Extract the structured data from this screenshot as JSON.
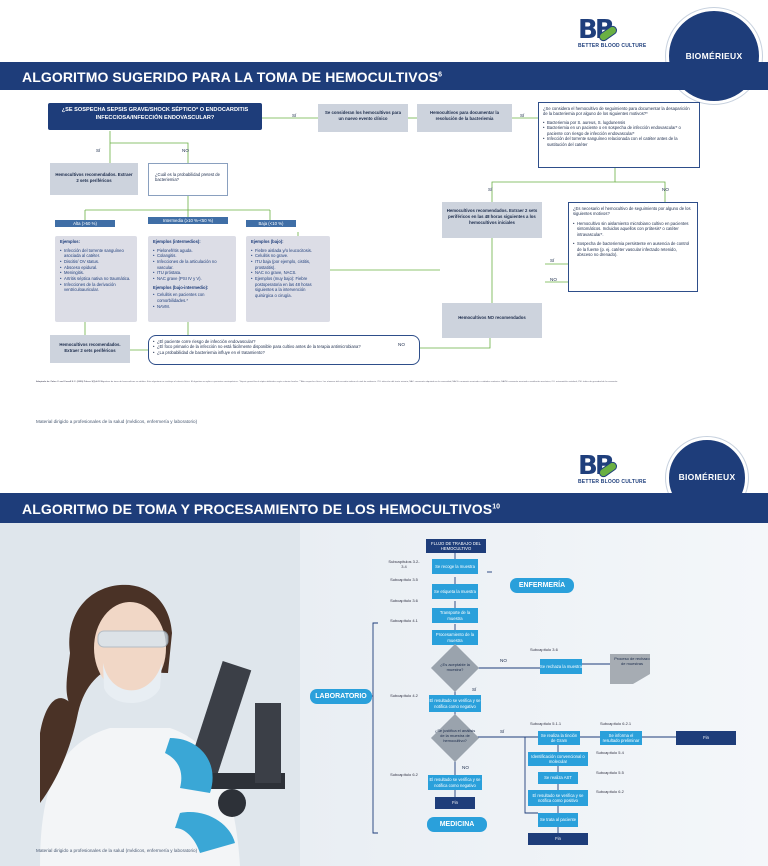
{
  "slide1": {
    "header": {
      "title": "ALGORITMO SUGERIDO PARA LA TOMA DE HEMOCULTIVOS",
      "sup": "6"
    },
    "brand": {
      "bbc": "BB",
      "bbc_tagline": "BETTER BLOOD CULTURE",
      "biomerieux": "BIOMÉRIEUX"
    },
    "q_start": "¿SE SOSPECHA SEPSIS GRAVE/SHOCK SÉPTICO* O ENDOCARDITIS INFECCIOSA/INFECCIÓN ENDOVASCULAR?",
    "lbl_si_1": "SÍ",
    "lbl_si_2": "SÍ",
    "lbl_no_1": "NO",
    "box_new_episode": "Se consideran los hemocultivos para un nuevo evento clínico",
    "box_doc": "Hemocultivos para documentar la resolución de la bacteriemia",
    "lbl_si_3": "SÍ",
    "q_followup": {
      "title": "¿Se considera el hemocultivo de seguimiento para documentar la desaparición de la bacteriemia por alguno de los siguientes motivos?*",
      "items": [
        "Bacteriemia por S. aureus, S. lugdunensis",
        "Bacteriemia en un paciente o en sospecha de infección endovascular* o paciente con riesgo de infección endovascular*",
        "Infección del torrente sanguíneo relacionada con el catéter antes de la sustitución del catéter"
      ]
    },
    "box_recommended_2": "Hemocultivos recomendados. Extraer 2 sets periféricos",
    "q_probability": "¿Cuál es la probabilidad pretest de bacteriemia?",
    "levels": {
      "high": "Alta (>50 %)",
      "mid": "Intermedia (≥10 %-<50 %)",
      "low": "Baja (<10 %)"
    },
    "high_examples": {
      "title": "Ejemplos:",
      "items": [
        "Infección del torrente sanguíneo asociada al catéter.",
        "Discitis/ OV status.",
        "Absceso epidural.",
        "Meningitis.",
        "Artritis séptica nativa no traumática.",
        "Infecciones de la derivación ventriculoauricular."
      ]
    },
    "mid_examples": {
      "title": "Ejemplos (intermedios):",
      "items": [
        "Pielonefritis aguda.",
        "Colangitis.",
        "Infecciones de la articulación no vascular.",
        "ITU próstata.",
        "NAC grave (PSI IV y V)."
      ],
      "title2": "Ejemplos (bajo-intermedio):",
      "items2": [
        "Celulitis en pacientes con comorbilidades.*",
        "NAVM."
      ]
    },
    "low_examples": {
      "title": "Ejemplos (bajo):",
      "items": [
        "Fiebre aislada y/o leucocitosis.",
        "Celulitis no grave.",
        "ITU baja (por ejemplo, cistitis, prostatitis).",
        "NAC no grave, NACS.",
        "Ejemplos (muy bajo): Fiebre postoperatoria en las 48 horas siguientes a la intervención quirúrgica o cirugía."
      ]
    },
    "box_recommended_48": "Hemocultivos recomendados. Extraer 2 sets periféricos en las 48 horas siguientes a los hemocultivos iniciales",
    "lbl_si_left": "SÍ",
    "lbl_no_right": "NO",
    "q_persist": {
      "title": "¿Es necesario el hemocultivo de seguimiento por alguno de los siguientes motivos?",
      "items": [
        "Hemocultivo sin aislamiento microbiano cultivo en pacientes sintomáticos. Incluidos aquellos con prótesis* o catéter intravascular*.",
        "Sospecha de bacteriemia persistente en ausencia de control de la fuente (p. ej. catéter vascular infectado retenido, absceso no drenado)."
      ]
    },
    "lbl_si_4": "SÍ",
    "lbl_no_4": "NO",
    "box_not_recommended": "Hemocultivos NO recomendados",
    "box_recommended_3": "Hemocultivos recomendados. Extraer 2 sets periféricos",
    "q_final": [
      "¿El paciente corre riesgo de infección endovascular?",
      "¿El foco primario de la infección no está fácilmente disponible para cultivo antes de la terapia antimicrobiana?",
      "¿La probabilidad de bacteriemia influye en el tratamiento?"
    ],
    "lbl_no_bottom": "NO",
    "footnote_title": "Adaptado de: Fabre V. and Carroll K.C. (2020) Pulsos 3(3):4-12",
    "footnote": "Algoritmo de toma de hemocultivos en adultos. Este algoritmo no sustituye al criterio clínico. El algoritmo no aplica a pacientes neutropénicos. *Sepsis grave/shock séptico definidos según criterios locales. **Alta sospecha clínica. Los números del recuadro indican el nivel de evidencia. ITU: infección del tracto urinario; NAC: neumonía adquirida en la comunidad; NACS: neumonía asociada a cuidados sanitarios; NAVM: neumonía asociada a ventilación mecánica; OV: osteomielitis vertebral; PSI: índice de gravedad de la neumonía.",
    "material": "Material dirigido a profesionales de la salud (médicos, enfermería y laboratorio)"
  },
  "slide2": {
    "header": {
      "title": "ALGORITMO DE TOMA Y PROCESAMIENTO DE LOS HEMOCULTIVOS",
      "sup": "10"
    },
    "brand": {
      "bbc": "BB",
      "bbc_tagline": "BETTER BLOOD CULTURE",
      "biomerieux": "BIOMÉRIEUX"
    },
    "flow_title": "FLUJO DE TRABAJO DEL HEMOCULTIVO",
    "steps": [
      {
        "sub": "Subcapítulos 3.2-3.4",
        "label": "Se recoge la muestra"
      },
      {
        "sub": "Subcapítulo 3.5",
        "label": "Se etiqueta la muestra"
      },
      {
        "sub": "Subcapítulo 3.6",
        "label": "Transporte de la muestra"
      },
      {
        "sub": "Subcapítulo 4.1",
        "label": "Procesamiento de la muestra"
      }
    ],
    "enfermeria": "ENFERMERÍA",
    "laboratorio": "LABORATORIO",
    "medicina": "MEDICINA",
    "q_accept": "¿Es aceptable la muestra?",
    "lbl_no_a": "NO",
    "lbl_si_a": "SÍ",
    "sub_reject": "Subcapítulo 3.6",
    "reject_box": "Se rechaza la muestra",
    "reject_proc": "Proceso de rechazo de muestras",
    "sub_neg1": "Subcapítulo 4.2",
    "neg_result": "El resultado se verifica y se notifica como negativo",
    "q_pos": "¿Se justifica el análisis de la muestra de hemocultivo?",
    "lbl_si_b": "SÍ",
    "lbl_no_b": "NO",
    "sub_pos": "Subcapítulo 5.1.1",
    "pos_gram": "Se realiza la tinción de Gram",
    "sub_prelim": "Subcapítulo 6.2.1",
    "prelim": "Se informa el resultado preliminar",
    "end_prelim": "Fin",
    "id_box": "Identificación convencional o molecular",
    "sub_id": "Subcapítulo 5.4",
    "ast_box": "Se realiza AST",
    "sub_ast": "Subcapítulo 5.5",
    "pos_final": "El resultado se verifica y se notifica como positivo",
    "sub_final": "Subcapítulo 6.2",
    "treat_box": "Se trata al paciente",
    "end_treat": "Fin",
    "sub_neg2": "Subcapítulo 6.2",
    "neg_result2": "El resultado se verifica y se notifica como negativo",
    "end_neg": "Fin",
    "material": "Material dirigido a profesionales de la salud (médicos, enfermería y laboratorio)"
  }
}
